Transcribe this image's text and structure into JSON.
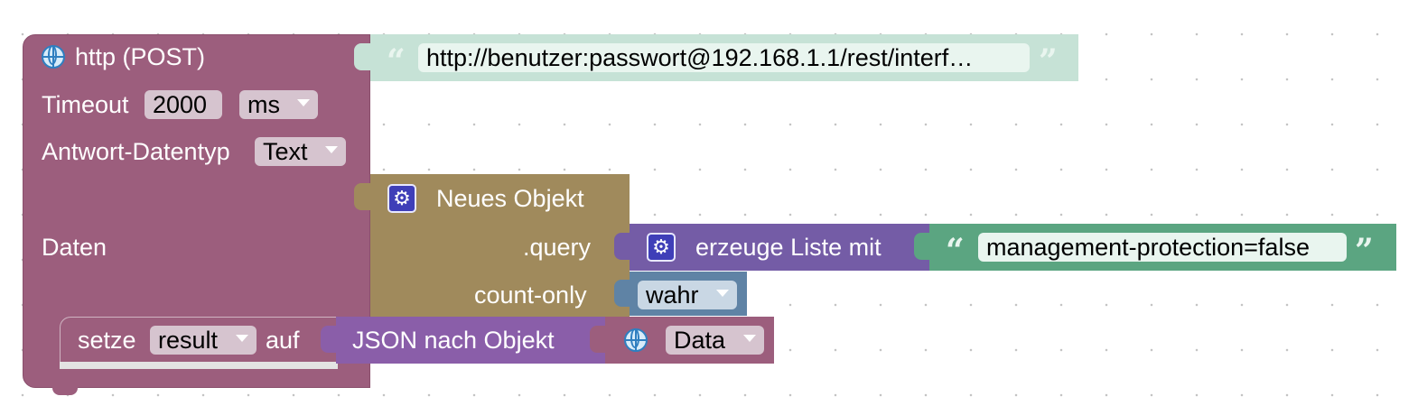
{
  "http_block": {
    "title": "http (POST)",
    "url": "http://benutzer:passwort@192.168.1.1/rest/interf…",
    "timeout_label": "Timeout",
    "timeout_value": "2000",
    "timeout_unit": "ms",
    "response_type_label": "Antwort-Datentyp",
    "response_type_value": "Text",
    "data_label": "Daten"
  },
  "object_block": {
    "title": "Neues Objekt",
    "prop1": ".query",
    "prop2": "count-only"
  },
  "list_block": {
    "title": "erzeuge Liste mit",
    "item": "management-protection=false"
  },
  "bool_block": {
    "value": "wahr"
  },
  "set_block": {
    "label": "setze",
    "variable": "result",
    "auf": "auf",
    "json_label": "JSON nach Objekt",
    "data_var": "Data"
  },
  "quote_open": "“",
  "quote_close": "”",
  "gear_glyph": "⚙",
  "icons": [
    "globe-icon",
    "gear-icon",
    "quote-open-icon",
    "quote-close-icon",
    "chevron-down-icon"
  ],
  "colors": {
    "http": "#9c5e7d",
    "text": "#c6e2d6",
    "text_green": "#5ba581",
    "object": "#a08a5c",
    "list": "#745ca6",
    "json": "#8a5ea9",
    "bool": "#5f83a5",
    "canvas": "#ffffff"
  }
}
